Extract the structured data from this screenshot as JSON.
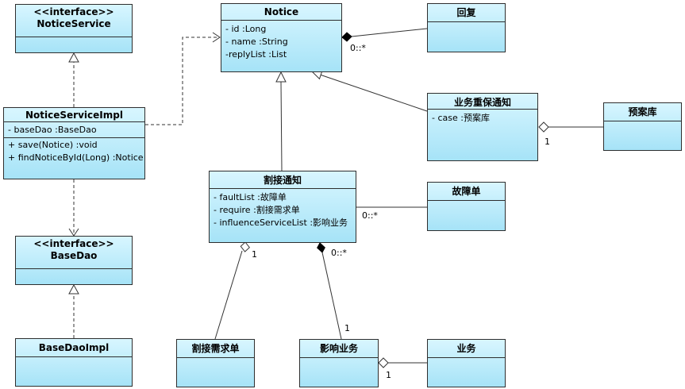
{
  "classes": {
    "notice_service": {
      "stereotype": "<<interface>>",
      "name": "NoticeService"
    },
    "notice_service_impl": {
      "name": "NoticeServiceImpl",
      "attributes": [
        "- baseDao :BaseDao"
      ],
      "methods": [
        "+ save(Notice) :void",
        "+ findNoticeById(Long) :Notice"
      ]
    },
    "base_dao": {
      "stereotype": "<<interface>>",
      "name": "BaseDao"
    },
    "base_dao_impl": {
      "name": "BaseDaoImpl"
    },
    "notice": {
      "name": "Notice",
      "attributes": [
        "- id :Long",
        "- name :String",
        "-replyList :List"
      ]
    },
    "reply": {
      "name": "回复"
    },
    "business_reinforce_notice": {
      "name": "业务重保通知",
      "attributes": [
        "- case :预案库"
      ]
    },
    "plan_library": {
      "name": "预案库"
    },
    "cutover_notice": {
      "name": "割接通知",
      "attributes": [
        "- faultList :故障单",
        "- require :割接需求单",
        "- influenceServiceList :影响业务"
      ]
    },
    "fault_ticket": {
      "name": "故障单"
    },
    "cutover_requirement": {
      "name": "割接需求单"
    },
    "affected_business": {
      "name": "影响业务"
    },
    "business": {
      "name": "业务"
    }
  },
  "multiplicities": {
    "notice_reply": "0::*",
    "reinforce_plan": "1",
    "cutover_fault": "0::*",
    "cutover_requirement": "1",
    "cutover_affected_source": "0::*",
    "cutover_affected_target": "1",
    "affected_business": "1"
  }
}
